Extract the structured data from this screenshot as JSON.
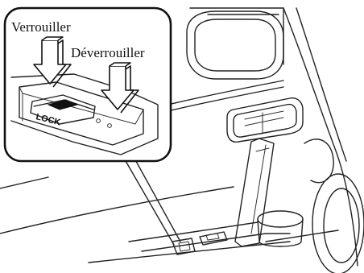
{
  "callout": {
    "lock_label": "Verrouiller",
    "unlock_label": "Déverrouiller",
    "switch_text": "LOCK"
  }
}
